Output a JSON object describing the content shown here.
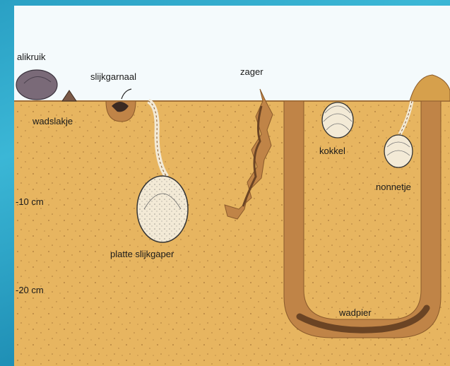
{
  "labels": {
    "alikruik": "alikruik",
    "slijkgarnaal": "slijkgarnaal",
    "zager": "zager",
    "wadslakje": "wadslakje",
    "kokkel": "kokkel",
    "nonnetje": "nonnetje",
    "platte_slijkgaper": "platte slijkgaper",
    "wadpier": "wadpier"
  },
  "depths": {
    "minus10": "-10 cm",
    "minus20": "-20 cm"
  },
  "colors": {
    "sky": "#f4fafc",
    "sand": "#e7b560",
    "sand_dark": "#a9783a",
    "burrow_fill": "#c08447",
    "burrow_line": "#8a5a2b",
    "shell": "#f3ead6",
    "worm": "#6b4424",
    "alikruik": "#7a6a78"
  }
}
